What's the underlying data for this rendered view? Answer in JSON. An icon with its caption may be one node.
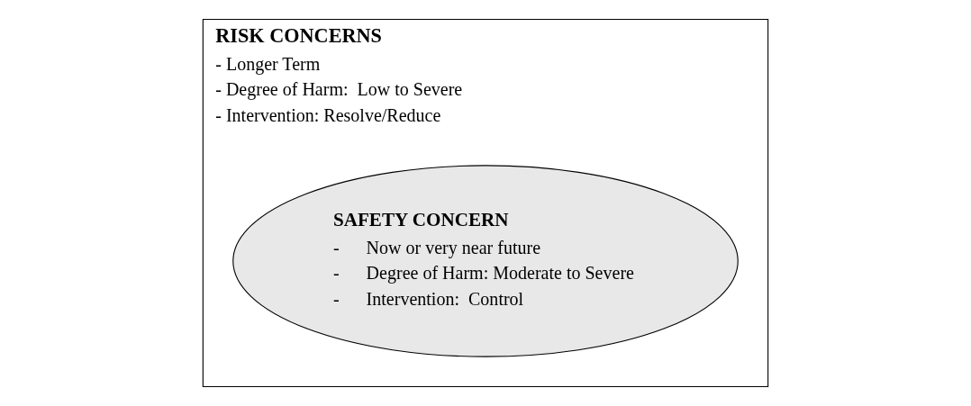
{
  "diagram": {
    "nodes": [
      {
        "text": [
          "RISK CONCERNS",
          "- Longer Term",
          "- Degree of Harm:  Low to Severe",
          "- Intervention: Resolve/Reduce"
        ]
      },
      {
        "text": [
          "SAFETY CONCERN",
          "-      Now or very near future",
          "-      Degree of Harm: Moderate to Severe",
          "-      Intervention:  Control"
        ],
        "in": 0
      }
    ]
  }
}
